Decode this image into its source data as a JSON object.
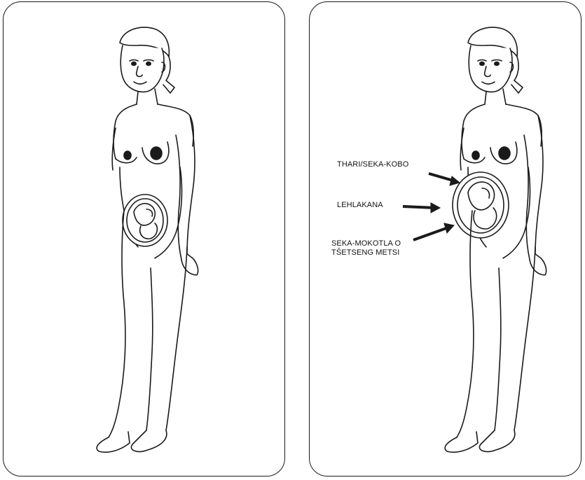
{
  "labels": {
    "uterus": "THARI/SEKA-KOBO",
    "fetus": "LEHLAKANA",
    "amniotic_sac": "SEKA-MOKOTLA O\nTŠETSENG METSI"
  },
  "colors": {
    "line": "#1a1a1a",
    "background": "#ffffff"
  }
}
